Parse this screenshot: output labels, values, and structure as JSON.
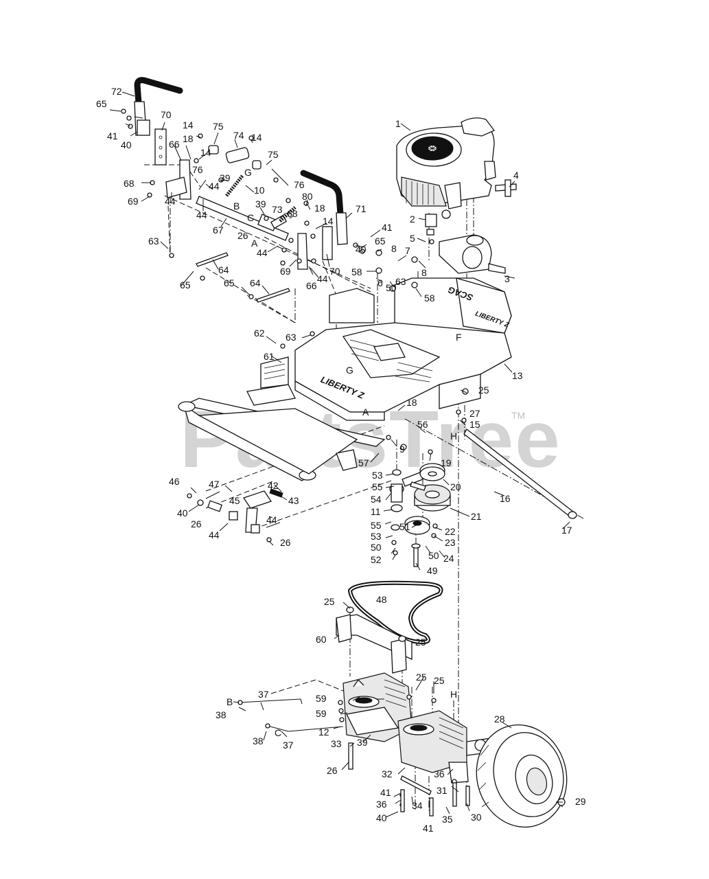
{
  "watermark": {
    "text": "PartsTree",
    "trademark": "TM"
  },
  "frame_decals": {
    "front": "LIBERTY Z",
    "rear_brand": "SCAG",
    "rear_model": "LIBERTY Z"
  },
  "callouts": [
    {
      "id": "c1",
      "label": "1"
    },
    {
      "id": "c2",
      "label": "2"
    },
    {
      "id": "c3",
      "label": "3"
    },
    {
      "id": "c4",
      "label": "4"
    },
    {
      "id": "c5",
      "label": "5"
    },
    {
      "id": "c6",
      "label": "6"
    },
    {
      "id": "c7",
      "label": "7"
    },
    {
      "id": "c8a",
      "label": "8"
    },
    {
      "id": "c8b",
      "label": "8"
    },
    {
      "id": "c9",
      "label": "9"
    },
    {
      "id": "c10",
      "label": "10"
    },
    {
      "id": "c11",
      "label": "11"
    },
    {
      "id": "c12",
      "label": "12"
    },
    {
      "id": "c13",
      "label": "13"
    },
    {
      "id": "c14a",
      "label": "14"
    },
    {
      "id": "c14b",
      "label": "14"
    },
    {
      "id": "c14c",
      "label": "14"
    },
    {
      "id": "c14d",
      "label": "14"
    },
    {
      "id": "c15",
      "label": "15"
    },
    {
      "id": "c16",
      "label": "16"
    },
    {
      "id": "c17",
      "label": "17"
    },
    {
      "id": "c18a",
      "label": "18"
    },
    {
      "id": "c18b",
      "label": "18"
    },
    {
      "id": "c18c",
      "label": "18"
    },
    {
      "id": "c19",
      "label": "19"
    },
    {
      "id": "c20",
      "label": "20"
    },
    {
      "id": "c21",
      "label": "21"
    },
    {
      "id": "c22",
      "label": "22"
    },
    {
      "id": "c23",
      "label": "23"
    },
    {
      "id": "c24",
      "label": "24"
    },
    {
      "id": "c25a",
      "label": "25"
    },
    {
      "id": "c25b",
      "label": "25"
    },
    {
      "id": "c25c",
      "label": "25"
    },
    {
      "id": "c25d",
      "label": "25"
    },
    {
      "id": "c25e",
      "label": "25"
    },
    {
      "id": "c26a",
      "label": "26"
    },
    {
      "id": "c26b",
      "label": "26"
    },
    {
      "id": "c26c",
      "label": "26"
    },
    {
      "id": "c26d",
      "label": "26"
    },
    {
      "id": "c27",
      "label": "27"
    },
    {
      "id": "c28",
      "label": "28"
    },
    {
      "id": "c29",
      "label": "29"
    },
    {
      "id": "c30",
      "label": "30"
    },
    {
      "id": "c31",
      "label": "31"
    },
    {
      "id": "c32",
      "label": "32"
    },
    {
      "id": "c33",
      "label": "33"
    },
    {
      "id": "c34",
      "label": "34"
    },
    {
      "id": "c35",
      "label": "35"
    },
    {
      "id": "c36a",
      "label": "36"
    },
    {
      "id": "c36b",
      "label": "36"
    },
    {
      "id": "c37a",
      "label": "37"
    },
    {
      "id": "c37b",
      "label": "37"
    },
    {
      "id": "c38a",
      "label": "38"
    },
    {
      "id": "c38b",
      "label": "38"
    },
    {
      "id": "c39a",
      "label": "39"
    },
    {
      "id": "c39b",
      "label": "39"
    },
    {
      "id": "c39c",
      "label": "39"
    },
    {
      "id": "c40a",
      "label": "40"
    },
    {
      "id": "c40b",
      "label": "40"
    },
    {
      "id": "c40c",
      "label": "40"
    },
    {
      "id": "c40d",
      "label": "40"
    },
    {
      "id": "c41a",
      "label": "41"
    },
    {
      "id": "c41b",
      "label": "41"
    },
    {
      "id": "c41c",
      "label": "41"
    },
    {
      "id": "c41d",
      "label": "41"
    },
    {
      "id": "c42",
      "label": "42"
    },
    {
      "id": "c43",
      "label": "43"
    },
    {
      "id": "c44a",
      "label": "44"
    },
    {
      "id": "c44b",
      "label": "44"
    },
    {
      "id": "c44c",
      "label": "44"
    },
    {
      "id": "c44d",
      "label": "44"
    },
    {
      "id": "c44e",
      "label": "44"
    },
    {
      "id": "c44f",
      "label": "44"
    },
    {
      "id": "c44g",
      "label": "44"
    },
    {
      "id": "c46",
      "label": "46"
    },
    {
      "id": "c47",
      "label": "47"
    },
    {
      "id": "c48",
      "label": "48"
    },
    {
      "id": "c49",
      "label": "49"
    },
    {
      "id": "c50a",
      "label": "50"
    },
    {
      "id": "c50b",
      "label": "50"
    },
    {
      "id": "c50c",
      "label": "50"
    },
    {
      "id": "c51",
      "label": "51"
    },
    {
      "id": "c52",
      "label": "52"
    },
    {
      "id": "c53a",
      "label": "53"
    },
    {
      "id": "c53b",
      "label": "53"
    },
    {
      "id": "c54",
      "label": "54"
    },
    {
      "id": "c55a",
      "label": "55"
    },
    {
      "id": "c55b",
      "label": "55"
    },
    {
      "id": "c56",
      "label": "56"
    },
    {
      "id": "c57",
      "label": "57"
    },
    {
      "id": "c58a",
      "label": "58"
    },
    {
      "id": "c58b",
      "label": "58"
    },
    {
      "id": "c59a",
      "label": "59"
    },
    {
      "id": "c59b",
      "label": "59"
    },
    {
      "id": "c60",
      "label": "60"
    },
    {
      "id": "c61",
      "label": "61"
    },
    {
      "id": "c62",
      "label": "62"
    },
    {
      "id": "c63a",
      "label": "63"
    },
    {
      "id": "c63b",
      "label": "63"
    },
    {
      "id": "c63c",
      "label": "63"
    },
    {
      "id": "c64a",
      "label": "64"
    },
    {
      "id": "c64b",
      "label": "64"
    },
    {
      "id": "c65a",
      "label": "65"
    },
    {
      "id": "c65b",
      "label": "65"
    },
    {
      "id": "c65c",
      "label": "65"
    },
    {
      "id": "c65d",
      "label": "65"
    },
    {
      "id": "c66a",
      "label": "66"
    },
    {
      "id": "c66b",
      "label": "66"
    },
    {
      "id": "c67",
      "label": "67"
    },
    {
      "id": "c68a",
      "label": "68"
    },
    {
      "id": "c68b",
      "label": "68"
    },
    {
      "id": "c69a",
      "label": "69"
    },
    {
      "id": "c69b",
      "label": "69"
    },
    {
      "id": "c70a",
      "label": "70"
    },
    {
      "id": "c70b",
      "label": "70"
    },
    {
      "id": "c71",
      "label": "71"
    },
    {
      "id": "c72",
      "label": "72"
    },
    {
      "id": "c73",
      "label": "73"
    },
    {
      "id": "c74",
      "label": "74"
    },
    {
      "id": "c75a",
      "label": "75"
    },
    {
      "id": "c75b",
      "label": "75"
    },
    {
      "id": "c76a",
      "label": "76"
    },
    {
      "id": "c76b",
      "label": "76"
    },
    {
      "id": "c80",
      "label": "80"
    },
    {
      "id": "c45",
      "label": "45"
    }
  ],
  "reference_letters": [
    {
      "id": "lG1",
      "label": "G"
    },
    {
      "id": "lB1",
      "label": "B"
    },
    {
      "id": "lC1",
      "label": "C"
    },
    {
      "id": "lA1",
      "label": "A"
    },
    {
      "id": "lF",
      "label": "F"
    },
    {
      "id": "lG2",
      "label": "G"
    },
    {
      "id": "lA2",
      "label": "A"
    },
    {
      "id": "lH1",
      "label": "H"
    },
    {
      "id": "lB2",
      "label": "B"
    },
    {
      "id": "lC2",
      "label": "C"
    },
    {
      "id": "lH2",
      "label": "H"
    }
  ]
}
